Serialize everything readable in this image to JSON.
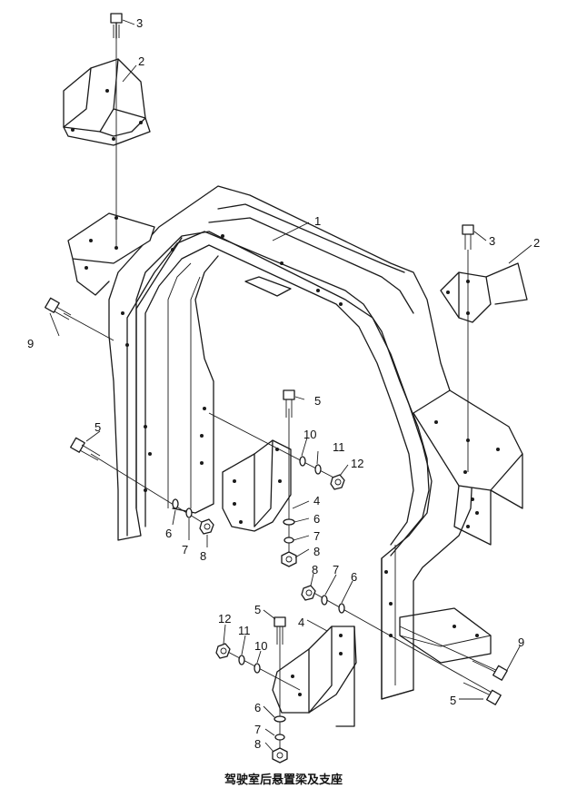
{
  "caption": "驾驶室后悬置梁及支座",
  "callouts": {
    "frame": "1",
    "bracket_top_left": "2",
    "bolt_top_left": "3",
    "bracket_top_right": "2",
    "bolt_top_right": "3",
    "bolt_left_9": "9",
    "bolt_right_9": "9",
    "bolt_left_5": "5",
    "washer_left_6": "6",
    "lockwasher_left_7": "7",
    "nut_left_8": "8",
    "bolt_mid_5": "5",
    "washer_mid_10": "10",
    "lockwasher_mid_11": "11",
    "nut_mid_12": "12",
    "support_mid_4": "4",
    "washer_mid_6": "6",
    "lockwasher_mid_7": "7",
    "nut_mid_8": "8",
    "nut_r_8": "8",
    "lockwasher_r_7": "7",
    "washer_r_6": "6",
    "support_low_4": "4",
    "bolt_low_5": "5",
    "nut_low_12": "12",
    "lockwasher_low_11": "11",
    "washer_low_10": "10",
    "washer_low_6": "6",
    "lockwasher_low_7": "7",
    "nut_low_8": "8",
    "bolt_right_5": "5"
  }
}
